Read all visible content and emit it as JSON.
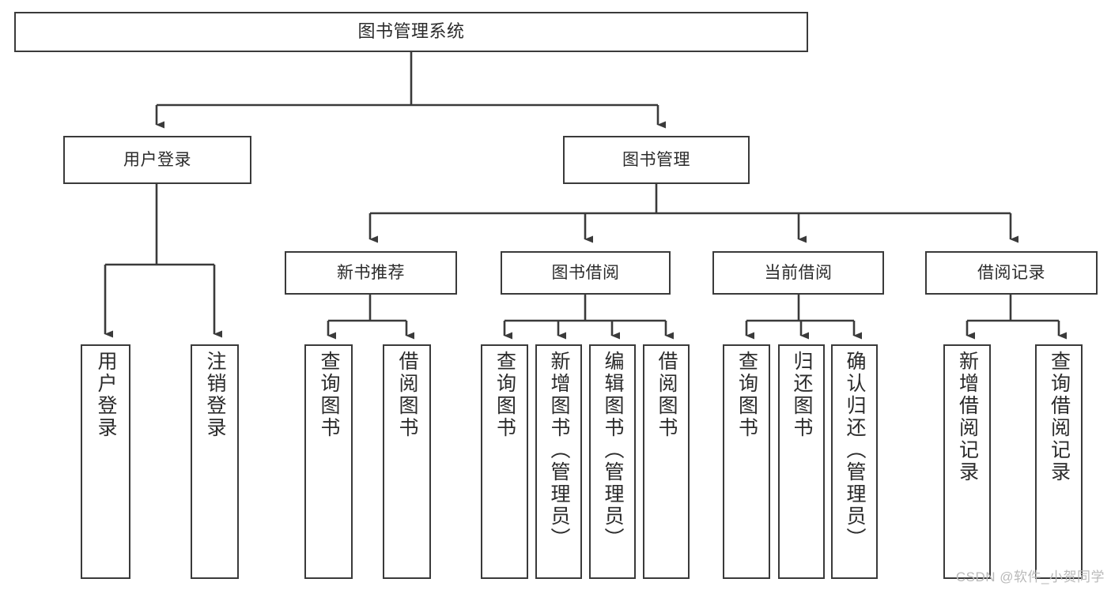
{
  "diagram": {
    "type": "tree-hierarchy",
    "title": "图书管理系统",
    "root": {
      "id": "root",
      "label": "图书管理系统"
    },
    "level1": [
      {
        "id": "user-login",
        "label": "用户登录"
      },
      {
        "id": "book-manage",
        "label": "图书管理"
      }
    ],
    "level2": [
      {
        "id": "new-book-recommend",
        "label": "新书推荐",
        "parent": "book-manage"
      },
      {
        "id": "book-borrow",
        "label": "图书借阅",
        "parent": "book-manage"
      },
      {
        "id": "current-borrow",
        "label": "当前借阅",
        "parent": "book-manage"
      },
      {
        "id": "borrow-record",
        "label": "借阅记录",
        "parent": "book-manage"
      }
    ],
    "leaves": {
      "user-login": [
        {
          "id": "leaf-user-login",
          "label": "用户登录"
        },
        {
          "id": "leaf-user-logout",
          "label": "注销登录"
        }
      ],
      "new-book-recommend": [
        {
          "id": "leaf-query-book-1",
          "label": "查询图书"
        },
        {
          "id": "leaf-borrow-book-1",
          "label": "借阅图书"
        }
      ],
      "book-borrow": [
        {
          "id": "leaf-query-book-2",
          "label": "查询图书"
        },
        {
          "id": "leaf-add-book",
          "label": "新增图书（管理员）"
        },
        {
          "id": "leaf-edit-book",
          "label": "编辑图书（管理员）"
        },
        {
          "id": "leaf-borrow-book-2",
          "label": "借阅图书"
        }
      ],
      "current-borrow": [
        {
          "id": "leaf-query-book-3",
          "label": "查询图书"
        },
        {
          "id": "leaf-return-book",
          "label": "归还图书"
        },
        {
          "id": "leaf-confirm-return",
          "label": "确认归还（管理员）"
        }
      ],
      "borrow-record": [
        {
          "id": "leaf-add-record",
          "label": "新增借阅记录"
        },
        {
          "id": "leaf-query-record",
          "label": "查询借阅记录"
        }
      ]
    },
    "colors": {
      "stroke": "#3a3a3a",
      "text": "#2b2b2b",
      "background": "#ffffff",
      "watermark": "#b9b9b9"
    }
  },
  "watermark": {
    "text": "CSDN @软件_小贺同学"
  }
}
